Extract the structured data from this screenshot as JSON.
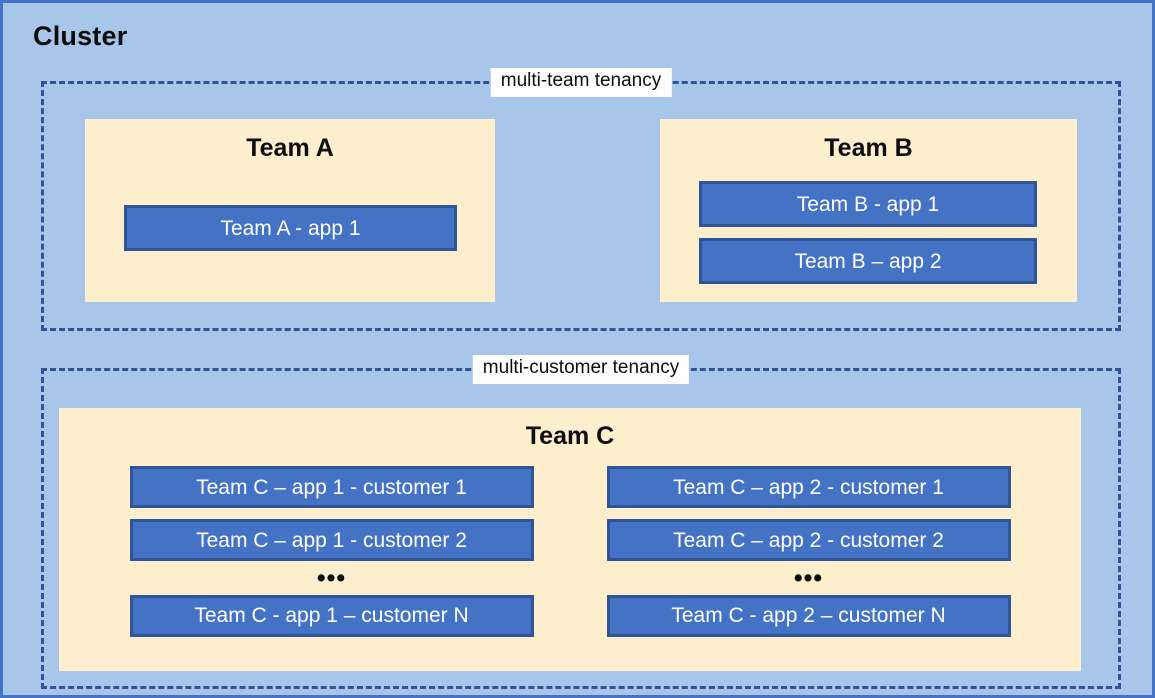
{
  "diagram": {
    "title": "Cluster",
    "colors": {
      "cluster_background": "#A8C6EA",
      "cluster_border": "#4472C4",
      "tenancy_dash": "#2F5597",
      "team_background": "#FDEECD",
      "app_fill": "#4472C4",
      "app_border": "#2F5597",
      "app_text": "#FFFFFF",
      "label_background": "#FFFFFF",
      "text": "#0D0D0D"
    },
    "tenancies": [
      {
        "id": "multi-team",
        "label": "multi-team tenancy",
        "teams": [
          {
            "id": "team-a",
            "title": "Team A",
            "apps": [
              {
                "label": "Team A - app 1"
              }
            ]
          },
          {
            "id": "team-b",
            "title": "Team B",
            "apps": [
              {
                "label": "Team B - app 1"
              },
              {
                "label": "Team B – app 2"
              }
            ]
          }
        ]
      },
      {
        "id": "multi-customer",
        "label": "multi-customer tenancy",
        "teams": [
          {
            "id": "team-c",
            "title": "Team C",
            "columns": [
              {
                "id": "team-c-app-1",
                "apps": [
                  {
                    "label": "Team C – app 1 - customer 1"
                  },
                  {
                    "label": "Team C – app 1 - customer 2"
                  }
                ],
                "ellipsis": "•••",
                "apps_after": [
                  {
                    "label": "Team C - app 1 – customer N"
                  }
                ]
              },
              {
                "id": "team-c-app-2",
                "apps": [
                  {
                    "label": "Team C – app 2 - customer 1"
                  },
                  {
                    "label": "Team C – app 2 - customer 2"
                  }
                ],
                "ellipsis": "•••",
                "apps_after": [
                  {
                    "label": "Team C - app 2 – customer N"
                  }
                ]
              }
            ]
          }
        ]
      }
    ]
  }
}
